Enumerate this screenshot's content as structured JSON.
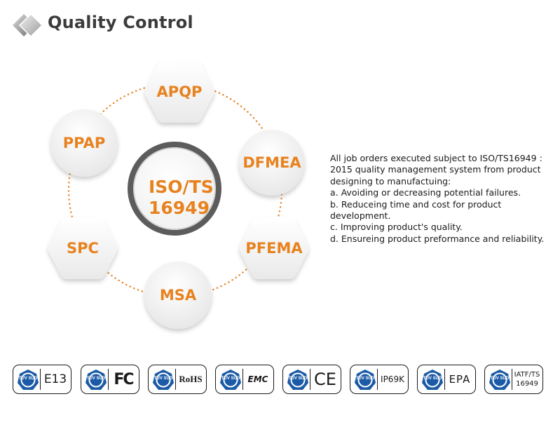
{
  "header": {
    "title": "Quality Control",
    "logo_icon": "diamond-logo-icon"
  },
  "diagram": {
    "center_lines": [
      "ISO/TS",
      "16949"
    ],
    "nodes": [
      {
        "label": "APQP",
        "shape": "hexagon"
      },
      {
        "label": "DFMEA",
        "shape": "circle"
      },
      {
        "label": "PFEMA",
        "shape": "hexagon"
      },
      {
        "label": "MSA",
        "shape": "circle"
      },
      {
        "label": "SPC",
        "shape": "hexagon"
      },
      {
        "label": "PPAP",
        "shape": "circle"
      }
    ],
    "accent_color": "#e7821f",
    "ring_color": "#5c5c5c"
  },
  "description": {
    "lines": [
      "All job orders executed subject to ISO/TS16949 :",
      "2015 quality management system from product",
      "designing to manufactuing:",
      "a. Avoiding or decreasing potential failures.",
      "b. Reduceing time and cost for product",
      "development.",
      "c. Improving product's quality.",
      "d. Ensureing product preformance and reliability."
    ]
  },
  "certifications": [
    {
      "badge": "TÜV SÜD",
      "mark": "E13"
    },
    {
      "badge": "TÜV SÜD",
      "mark": "FC"
    },
    {
      "badge": "TÜV SÜD",
      "mark": "RoHS"
    },
    {
      "badge": "TÜV SÜD",
      "mark": "EMC"
    },
    {
      "badge": "TÜV SÜD",
      "mark": "CE"
    },
    {
      "badge": "TÜV SÜD",
      "mark": "IP69K"
    },
    {
      "badge": "TÜV SÜD",
      "mark": "EPA"
    },
    {
      "badge": "TÜV SÜD",
      "mark": "IATF/TS 16949"
    }
  ]
}
